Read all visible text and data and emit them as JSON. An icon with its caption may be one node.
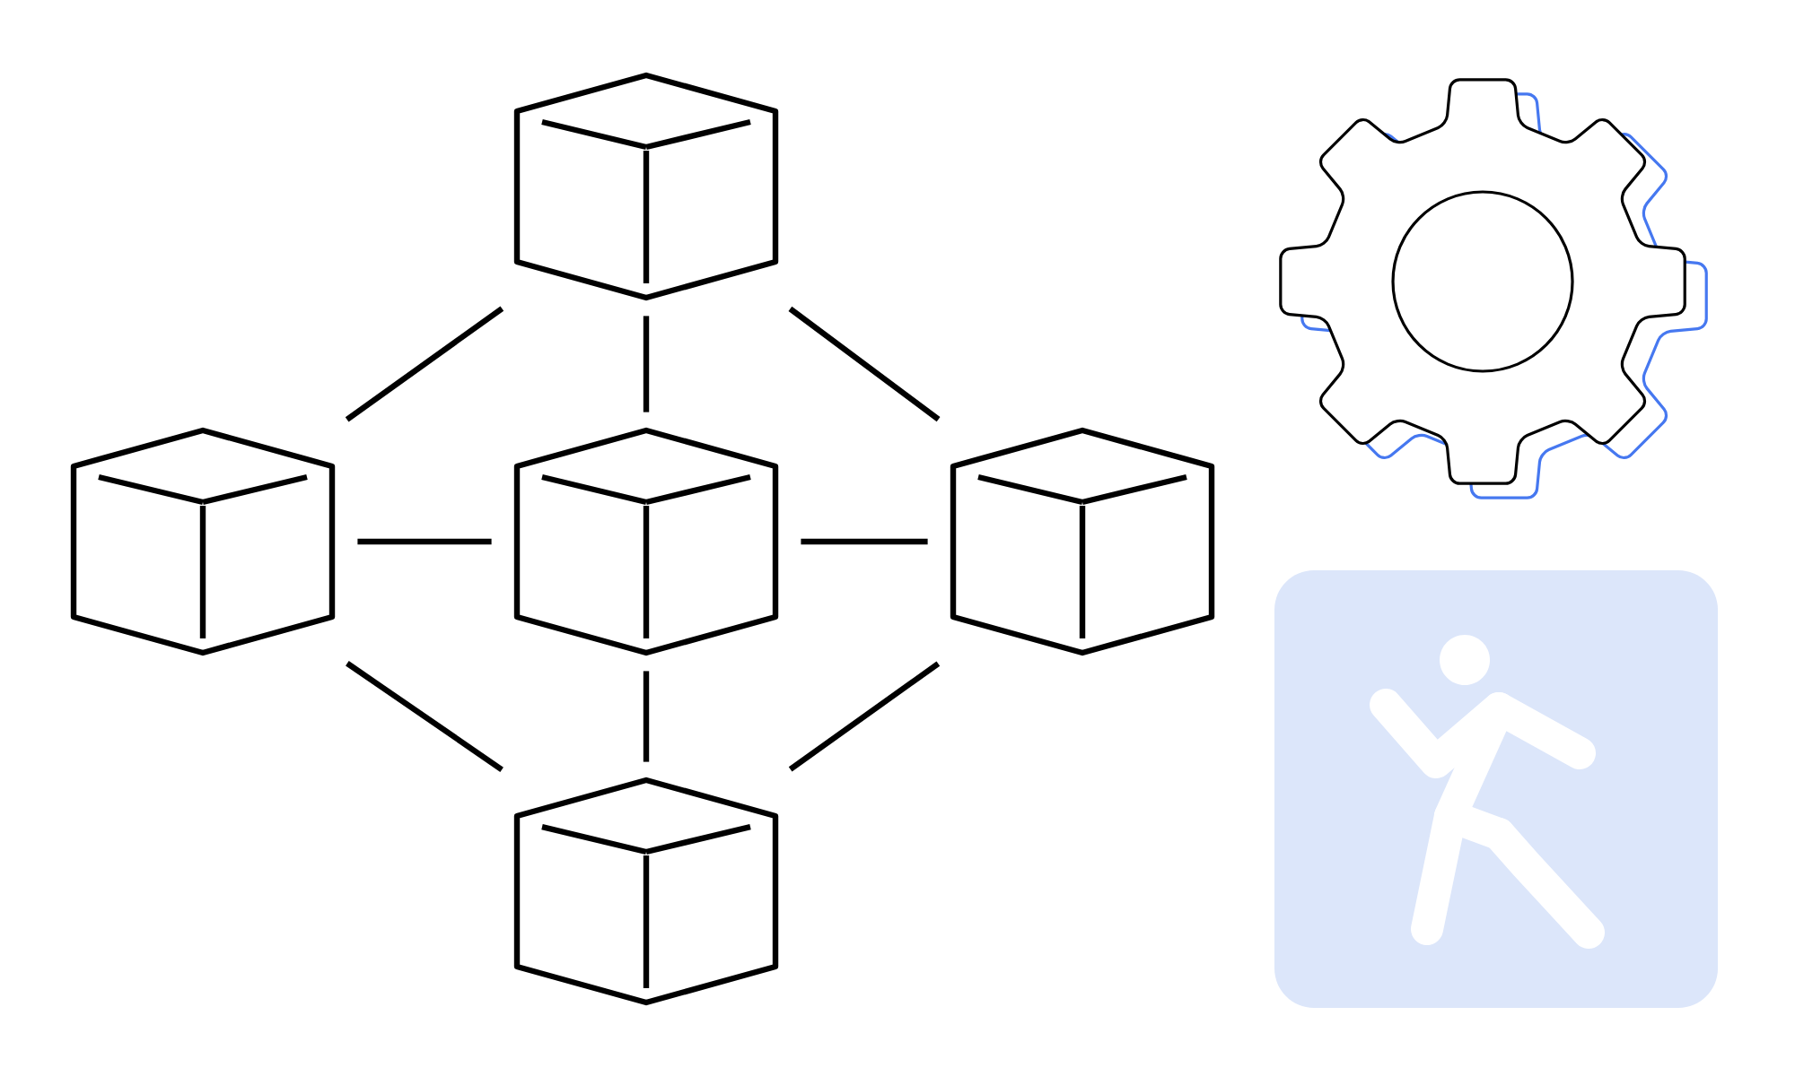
{
  "diagram": {
    "nodes": [
      {
        "text": [],
        "shape": "cube"
      },
      {
        "text": [],
        "shape": "cube"
      },
      {
        "text": [],
        "shape": "cube"
      },
      {
        "text": [],
        "shape": "cube"
      },
      {
        "text": [],
        "shape": "cube"
      }
    ],
    "edges": [
      {
        "from": 0,
        "to": 1,
        "arrow": "none"
      },
      {
        "from": 0,
        "to": 3,
        "arrow": "none"
      },
      {
        "from": 0,
        "to": 2,
        "arrow": "none"
      },
      {
        "from": 1,
        "to": 2,
        "arrow": "none"
      },
      {
        "from": 2,
        "to": 3,
        "arrow": "none"
      },
      {
        "from": 2,
        "to": 4,
        "arrow": "none"
      },
      {
        "from": 1,
        "to": 4,
        "arrow": "none"
      },
      {
        "from": 3,
        "to": 4,
        "arrow": "none"
      }
    ]
  }
}
